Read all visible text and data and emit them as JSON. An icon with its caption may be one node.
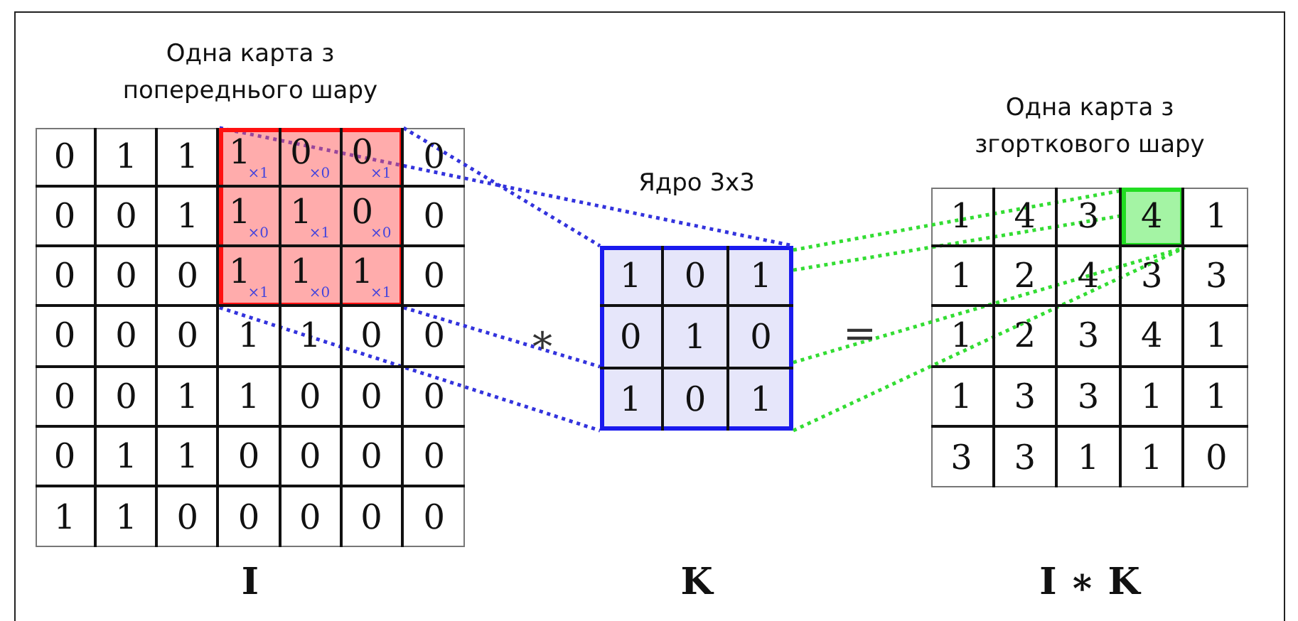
{
  "diagram": {
    "nodes": [
      {
        "text": [
          "Одна карта з попереднього шару"
        ],
        "beside": [
          "I"
        ]
      },
      {
        "text": [],
        "shape": "box",
        "in": 0
      },
      {
        "text": [
          "Ядро 3x3"
        ],
        "beside": [
          "K"
        ]
      },
      {
        "text": [
          "Одна карта з згорткового шару"
        ],
        "beside": [
          "I ∗ K"
        ]
      },
      {
        "text": [],
        "shape": "box",
        "in": 3
      }
    ],
    "edges": [
      {
        "from": 1,
        "to": 2,
        "arrow": "none",
        "style": "dashed",
        "color": "#3333dd"
      },
      {
        "from": 1,
        "to": 2,
        "arrow": "none",
        "style": "dashed",
        "color": "#3333dd"
      },
      {
        "from": 1,
        "to": 2,
        "arrow": "none",
        "style": "dashed",
        "color": "#3333dd"
      },
      {
        "from": 1,
        "to": 2,
        "arrow": "none",
        "style": "dashed",
        "color": "#3333dd"
      },
      {
        "from": 2,
        "to": 4,
        "arrow": "none",
        "style": "dashed",
        "color": "#33dd33"
      },
      {
        "from": 2,
        "to": 4,
        "arrow": "none",
        "style": "dashed",
        "color": "#33dd33"
      },
      {
        "from": 2,
        "to": 4,
        "arrow": "none",
        "style": "dashed",
        "color": "#33dd33"
      },
      {
        "from": 2,
        "to": 4,
        "arrow": "none",
        "style": "dashed",
        "color": "#33dd33"
      }
    ],
    "labels": [
      "0",
      "1",
      "1",
      "1$_{×1}$",
      "0$_{×0}$",
      "0$_{×1}$",
      "0",
      "0",
      "0",
      "1",
      "1$_{×0}$",
      "1$_{×1}$",
      "0$_{×0}$",
      "0",
      "0",
      "0",
      "0",
      "1$_{×1}$",
      "1$_{×0}$",
      "1$_{×1}$",
      "0",
      "0",
      "0",
      "0",
      "1",
      "1",
      "0",
      "0",
      "0",
      "0",
      "1",
      "1",
      "0",
      "0",
      "0",
      "0",
      "1",
      "1",
      "0",
      "0",
      "0",
      "0",
      "1",
      "1",
      "0",
      "0",
      "0",
      "0",
      "0",
      "∗",
      "1",
      "0",
      "1",
      "0",
      "1",
      "0",
      "1",
      "0",
      "1",
      "=",
      "1",
      "4",
      "3",
      "4",
      "1",
      "1",
      "2",
      "4",
      "3",
      "3",
      "1",
      "2",
      "3",
      "4",
      "1",
      "1",
      "3",
      "3",
      "1",
      "1",
      "3",
      "3",
      "1",
      "1",
      "0"
    ]
  }
}
